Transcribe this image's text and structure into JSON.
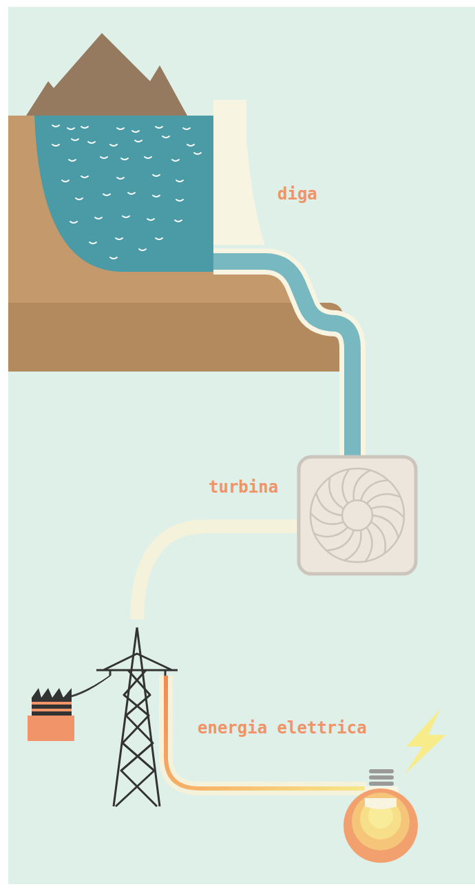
{
  "diagram": {
    "labels": [
      "diga",
      "turbina",
      "energia elettrica"
    ]
  }
}
